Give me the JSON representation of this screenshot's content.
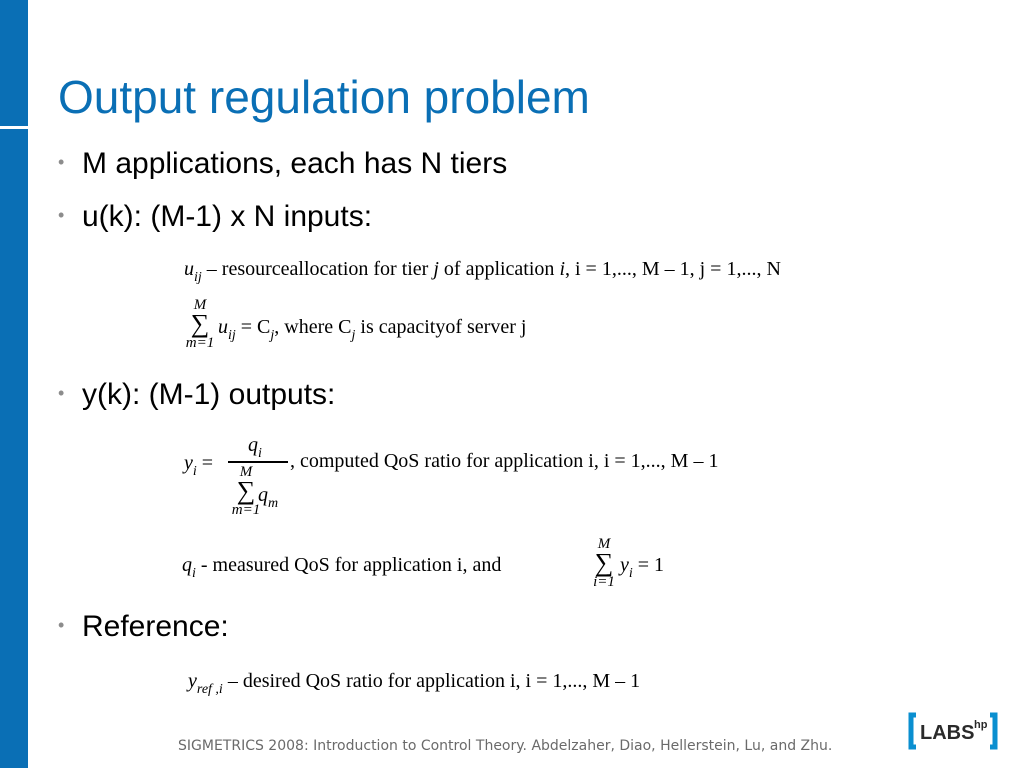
{
  "slide": {
    "title": "Output regulation problem",
    "bullets": [
      "M applications, each has N tiers",
      "u(k): (M-1) x N inputs:",
      "y(k): (M-1) outputs:",
      "Reference:"
    ],
    "bullet_marker": "•"
  },
  "equations": {
    "u_def": {
      "var": "u",
      "sub": "ij",
      "text": "– resourceallocation for tier ",
      "j": "j",
      "of_app": " of application ",
      "i": "i",
      "range": ",  i = 1,..., M – 1,  j = 1,..., N"
    },
    "sum_u": {
      "sum_top": "M",
      "sum_bot": "m=1",
      "expr": "u",
      "expr_sub": "ij",
      "eq": " = C",
      "c_sub": "j",
      "where": ",    where C",
      "where_sub": "j",
      "tail": " is capacityof server j"
    },
    "y_def": {
      "lhs": "y",
      "lhs_sub": "i",
      "eq": "=",
      "num": "q",
      "num_sub": "i",
      "den_top": "M",
      "den_bot": "m=1",
      "den_var": "q",
      "den_sub": "m",
      "text": ",  computed QoS  ratio  for  application  i,  i = 1,..., M – 1"
    },
    "q_def": {
      "var": "q",
      "sub": "i",
      "text": " - measured QoS  for  application  i,  and ",
      "sum_top": "M",
      "sum_bot": "i=1",
      "tail_var": "y",
      "tail_sub": "i",
      "tail": " = 1"
    },
    "yref_def": {
      "var": "y",
      "sub": "ref ,i",
      "text": " – desired QoS  ratio  for  application  i,  i = 1,..., M – 1"
    }
  },
  "footer": "SIGMETRICS 2008: Introduction to Control Theory. Abdelzaher, Diao, Hellerstein, Lu, and Zhu.",
  "logo": {
    "text": "LABS",
    "sup": "hp"
  },
  "colors": {
    "accent": "#0a6fb5",
    "footer_text": "#6a6a6a",
    "bullet_dot": "#8c8c8c"
  }
}
